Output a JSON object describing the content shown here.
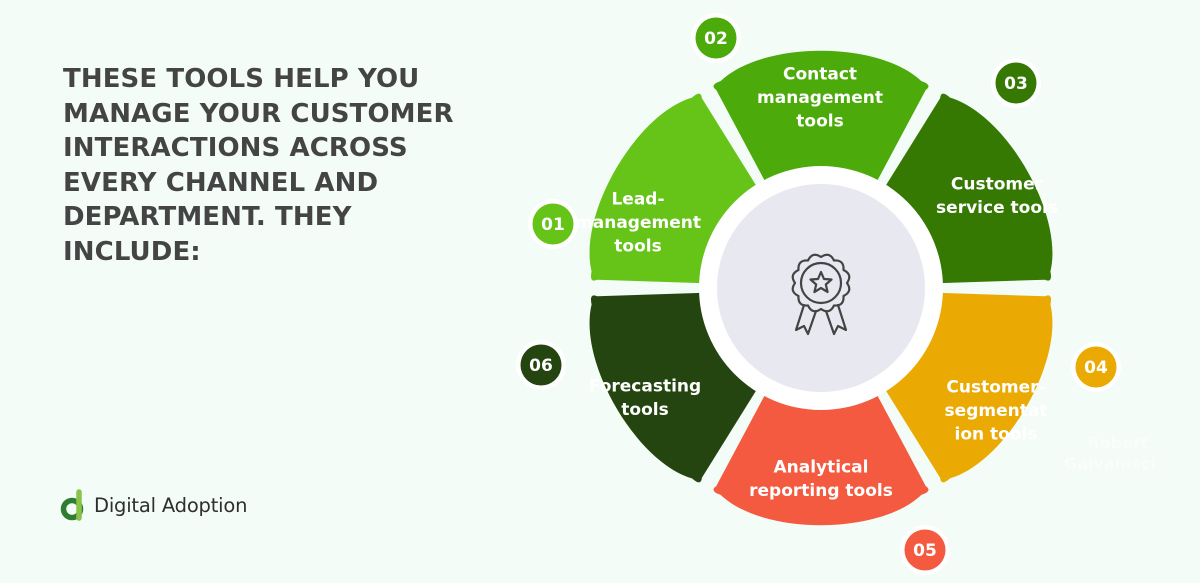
{
  "headline": "THESE TOOLS HELP YOU MANAGE YOUR CUSTOMER INTERACTIONS ACROSS EVERY CHANNEL AND DEPARTMENT. THEY INCLUDE:",
  "logo": {
    "text": "Digital Adoption",
    "icon": "digital-adoption-logo-icon"
  },
  "center_icon": "award-badge-icon",
  "segments": [
    {
      "number": "01",
      "label_lines": [
        "Lead-",
        "management",
        "tools"
      ],
      "color": "#66c419"
    },
    {
      "number": "02",
      "label_lines": [
        "Contact",
        "management",
        "tools"
      ],
      "color": "#4caa0b"
    },
    {
      "number": "03",
      "label_lines": [
        "Customer",
        "service tools"
      ],
      "color": "#357903"
    },
    {
      "number": "04",
      "label_lines": [
        "Customer-",
        "segmentat",
        "ion tools"
      ],
      "color": "#eba903"
    },
    {
      "number": "05",
      "label_lines": [
        "Analytical",
        "reporting tools"
      ],
      "color": "#f45a40"
    },
    {
      "number": "06",
      "label_lines": [
        "Forecasting",
        "tools"
      ],
      "color": "#254510"
    }
  ],
  "watermark": [
    "Robert",
    "Galvanisci"
  ],
  "colors": {
    "background": "#f3fcf7",
    "center_circle": "#e8e8f0",
    "center_ring": "#ffffff",
    "icon_stroke": "#444444",
    "headline_text": "#444444"
  }
}
